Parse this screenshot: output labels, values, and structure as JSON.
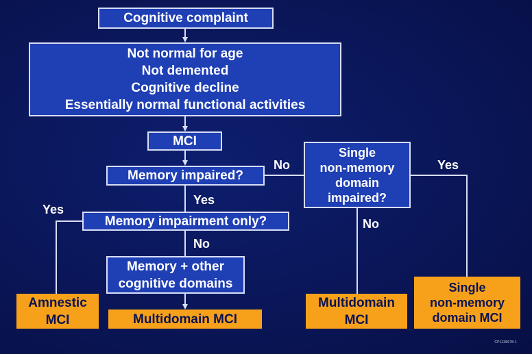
{
  "nodes": {
    "cognitive_complaint": "Cognitive complaint",
    "criteria": [
      "Not normal for age",
      "Not demented",
      "Cognitive decline",
      "Essentially normal functional activities"
    ],
    "mci": "MCI",
    "memory_impaired": "Memory impaired?",
    "memory_only": "Memory impairment only?",
    "memory_other": [
      "Memory + other",
      "cognitive domains"
    ],
    "single_nonmemory_q": [
      "Single",
      "non-memory",
      "domain",
      "impaired?"
    ],
    "amnestic": [
      "Amnestic",
      "MCI"
    ],
    "multidomain_left": "Multidomain MCI",
    "multidomain_right": [
      "Multidomain",
      "MCI"
    ],
    "single_nonmemory_out": [
      "Single",
      "non-memory",
      "domain MCI"
    ]
  },
  "edge_labels": {
    "no_top": "No",
    "yes_right": "Yes",
    "yes_mid": "Yes",
    "yes_left": "Yes",
    "no_mid": "No",
    "no_right": "No"
  },
  "footnote": "CP1138678-1",
  "colors": {
    "background": "#0a1658",
    "box_blue": "#1f3fb4",
    "box_border": "#d8def5",
    "box_orange": "#f7a11b",
    "orange_text": "#0b1350",
    "line": "#d8def5"
  }
}
